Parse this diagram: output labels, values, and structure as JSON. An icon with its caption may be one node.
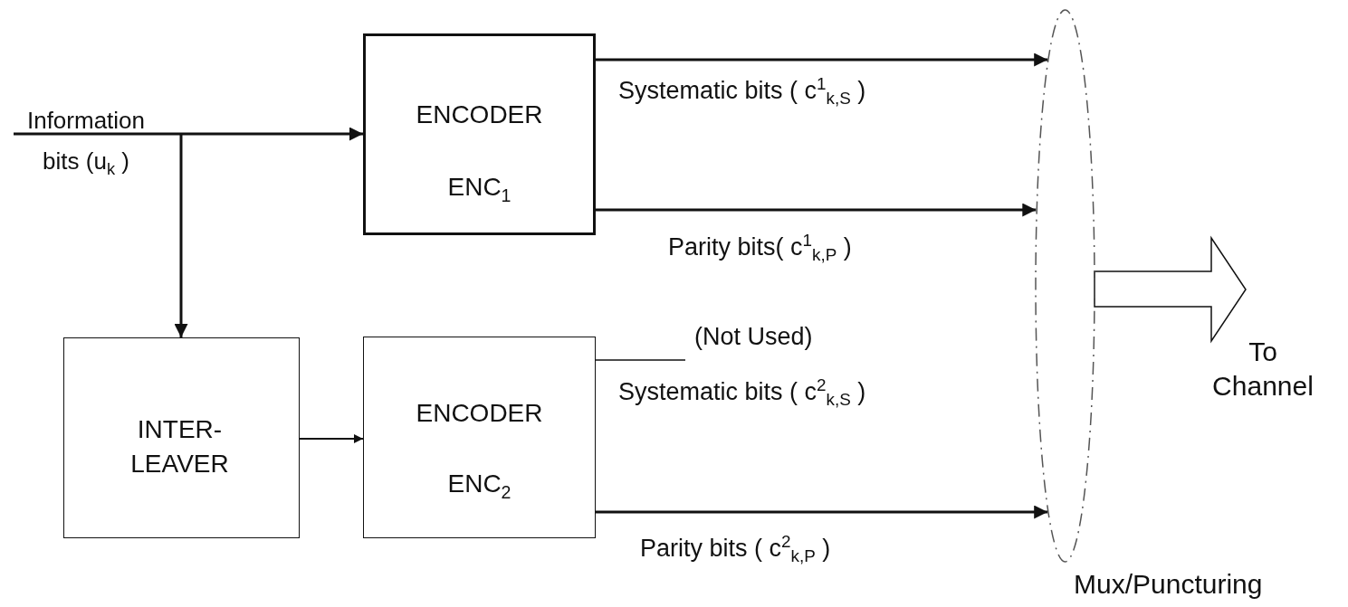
{
  "diagram": {
    "nodes": [
      {
        "text": [
          "ENCODER",
          "ENC$_{1}$"
        ]
      },
      {
        "text": [
          "INTER- LEAVER"
        ]
      },
      {
        "text": [
          "ENCODER",
          "ENC$_{2}$"
        ]
      },
      {
        "text": [],
        "shape": "ellipse",
        "beside": [
          "Mux/Puncturing"
        ]
      }
    ],
    "edges": [
      {
        "from": null,
        "to": 0,
        "arrow": "to",
        "label": "Information bits (u$_{k}$ )"
      },
      {
        "from": null,
        "to": 1,
        "arrow": "to"
      },
      {
        "from": 1,
        "to": 2,
        "arrow": "to"
      },
      {
        "from": 0,
        "to": 3,
        "arrow": "to",
        "label": "Systematic bits ( c$^{1}$$_{k,S}$ )"
      },
      {
        "from": 0,
        "to": 3,
        "arrow": "to",
        "label": "Parity bits( c$^{1}$$_{k,P}$ )"
      },
      {
        "from": 2,
        "to": null,
        "arrow": "none",
        "label": "Systematic bits  ( c$^{2}$$_{k,S}$ )"
      },
      {
        "from": 2,
        "to": 3,
        "arrow": "to",
        "label": "Parity bits ( c$^{2}$$_{k,P}$ )"
      },
      {
        "from": 3,
        "to": null,
        "arrow": "to",
        "style": "thick"
      }
    ],
    "labels": [
      "(Not Used)",
      "To Channel"
    ]
  }
}
